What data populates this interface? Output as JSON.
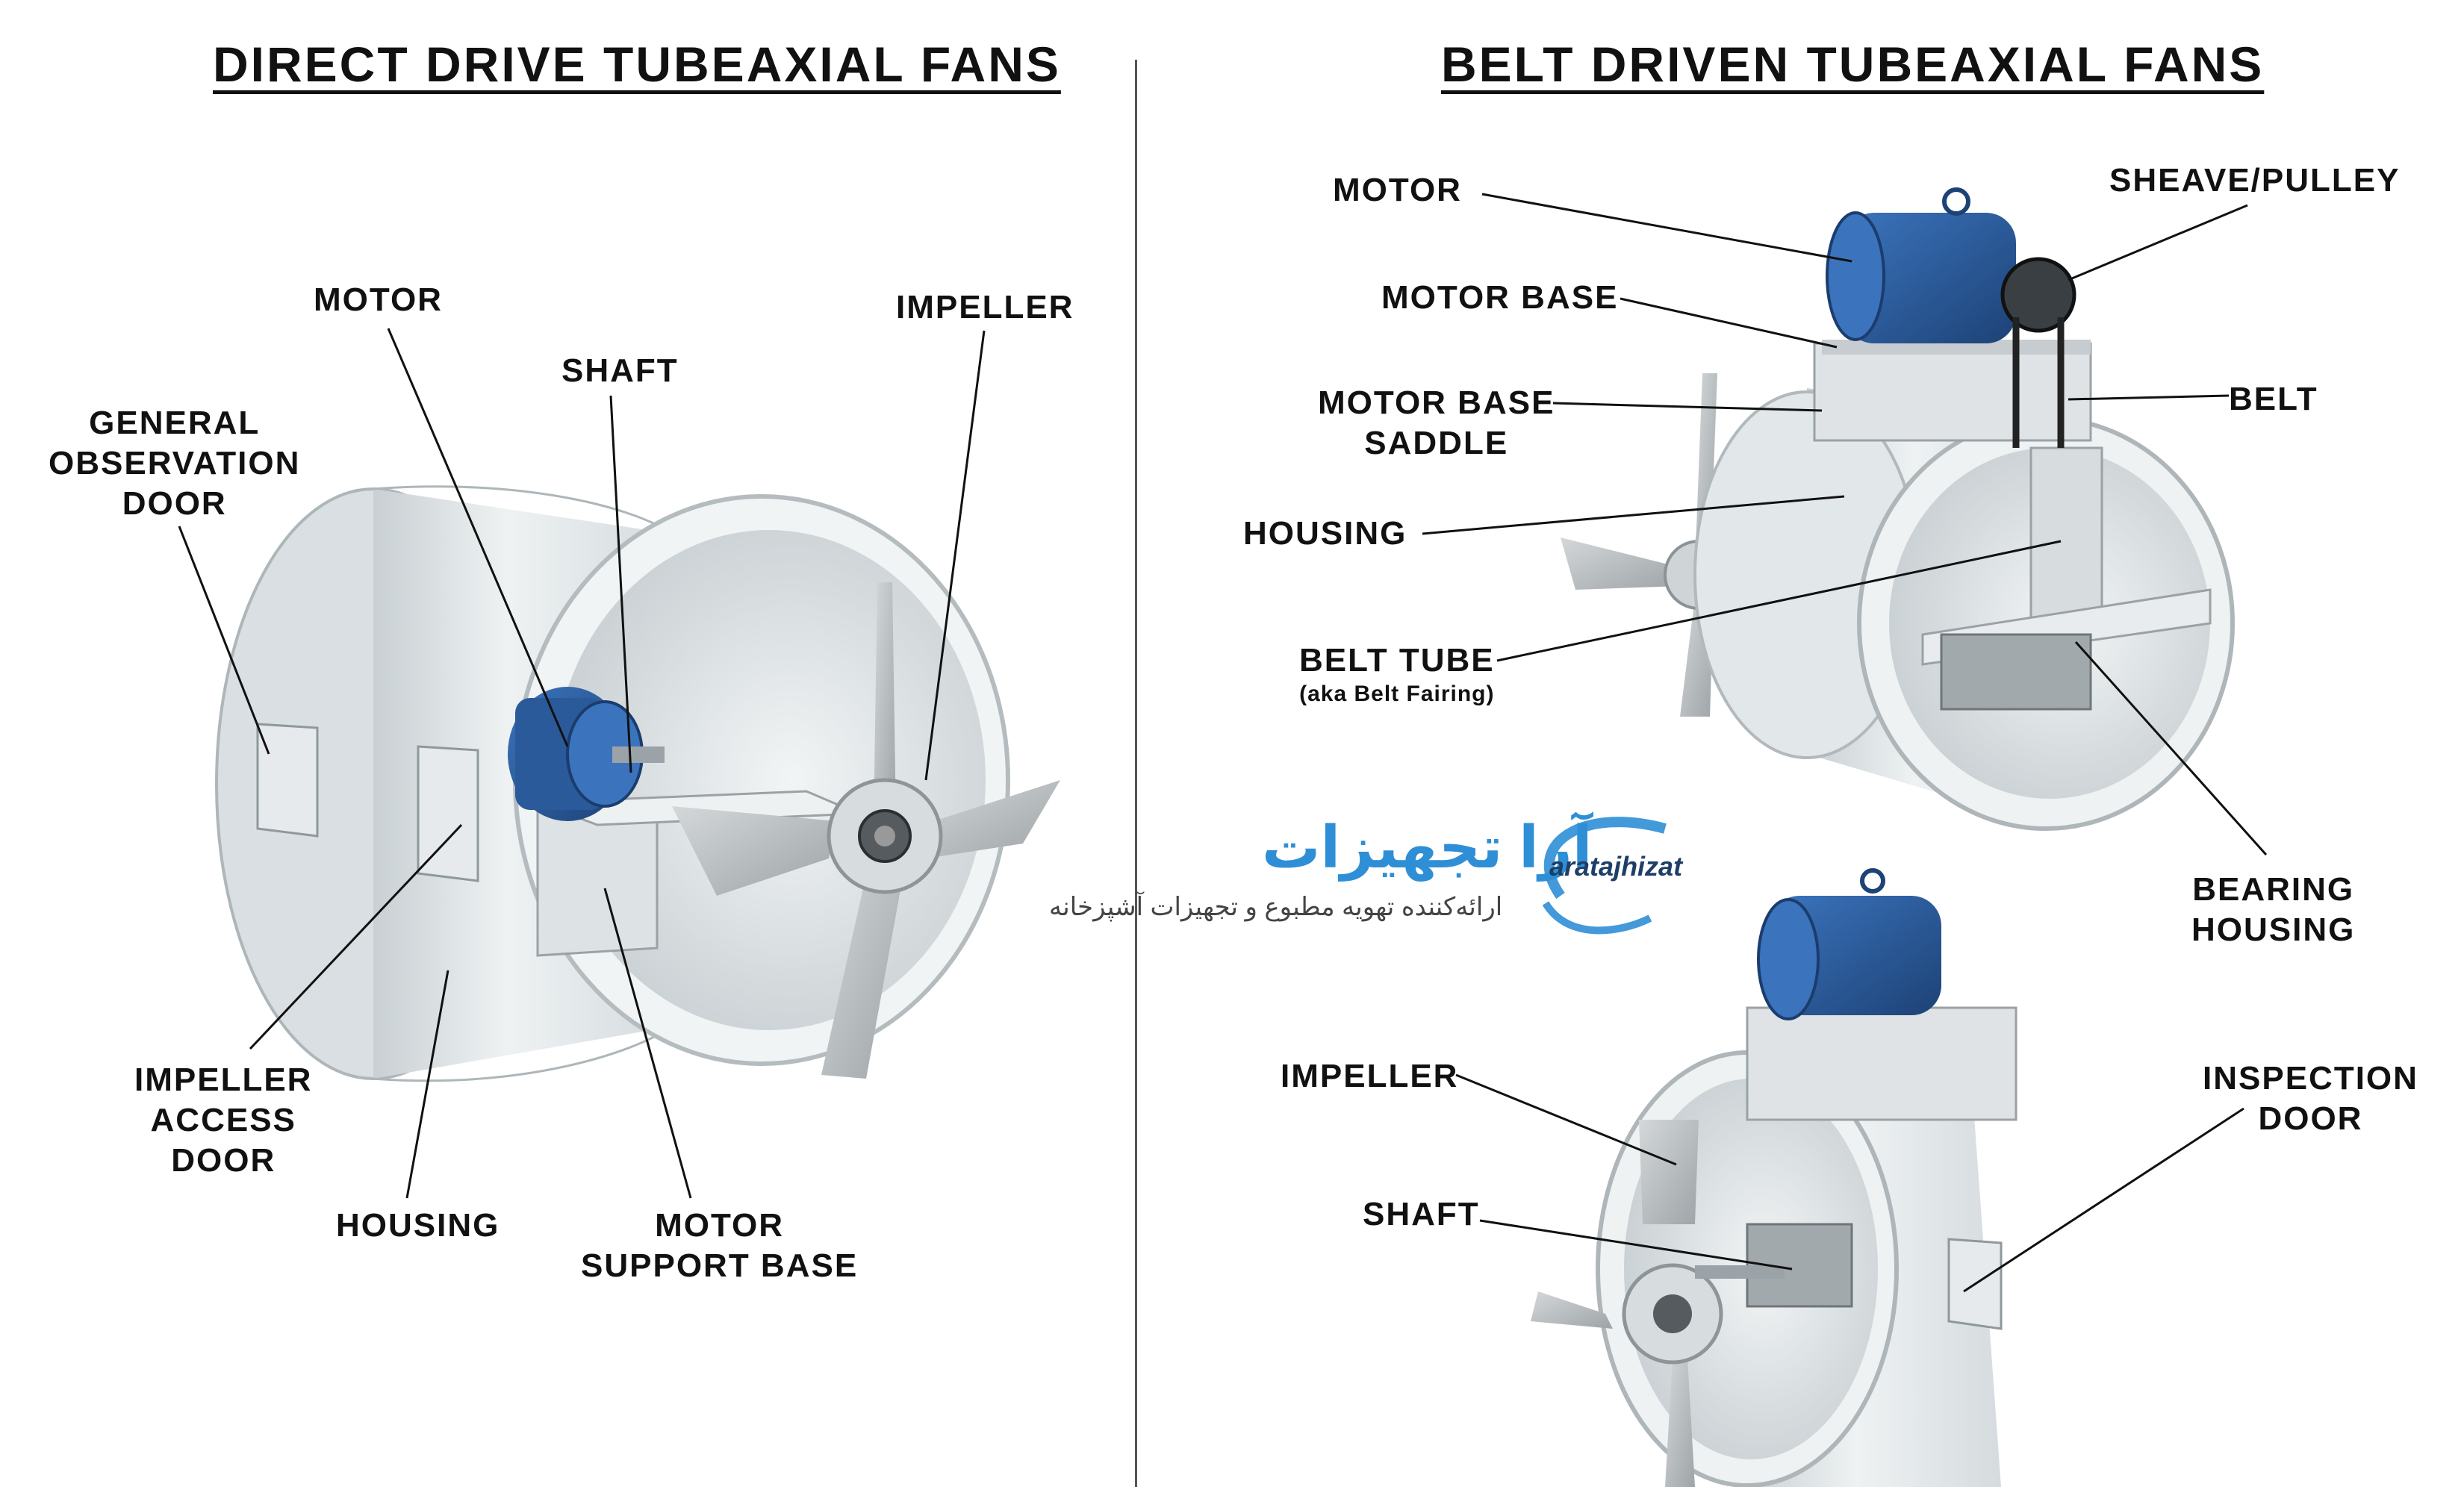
{
  "titles": {
    "left": "DIRECT DRIVE TUBEAXIAL FANS",
    "right": "BELT DRIVEN TUBEAXIAL FANS"
  },
  "left_labels": {
    "motor": "MOTOR",
    "shaft": "SHAFT",
    "impeller": "IMPELLER",
    "general_observation_door": [
      "GENERAL",
      "OBSERVATION",
      "DOOR"
    ],
    "impeller_access_door": [
      "IMPELLER",
      "ACCESS",
      "DOOR"
    ],
    "housing": "HOUSING",
    "motor_support_base": [
      "MOTOR",
      "SUPPORT BASE"
    ]
  },
  "right_labels": {
    "motor": "MOTOR",
    "sheave_pulley": "SHEAVE/PULLEY",
    "motor_base": "MOTOR BASE",
    "motor_base_saddle": [
      "MOTOR BASE",
      "SADDLE"
    ],
    "belt": "BELT",
    "housing": "HOUSING",
    "belt_tube": "BELT TUBE",
    "belt_tube_note": "(aka Belt Fairing)",
    "bearing_housing": [
      "BEARING",
      "HOUSING"
    ],
    "impeller": "IMPELLER",
    "inspection_door": [
      "INSPECTION",
      "DOOR"
    ],
    "shaft": "SHAFT"
  },
  "watermark": {
    "brand_fa": "آرا تجهیزات",
    "tagline_fa": "ارائه‌کننده تهویه مطبوع و تجهیزات آشپزخانه",
    "brand_en": "aratajhizat"
  },
  "colors": {
    "housing": "#e3e8ea",
    "housing_shadow": "#b9c1c5",
    "motor_blue": "#2a5a9a",
    "impeller": "#b3b8bb",
    "accent": "#2f8fd6",
    "line": "#111111"
  }
}
